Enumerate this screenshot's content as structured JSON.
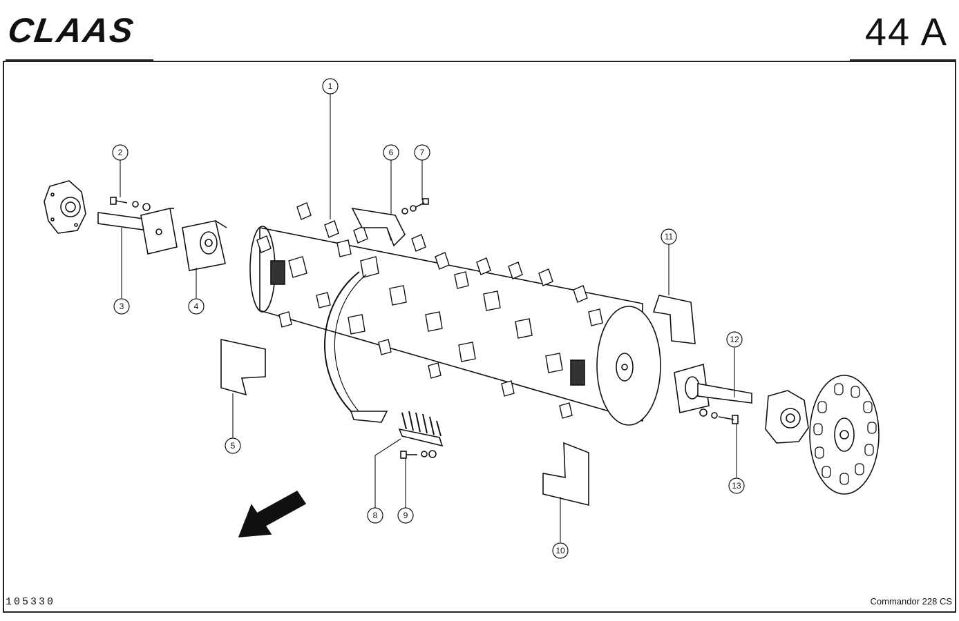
{
  "header": {
    "brand": "CLAAS",
    "plate_number": "44 A"
  },
  "footer": {
    "drawing_number": "105330",
    "model": "Commandor 228 CS"
  },
  "callouts": [
    {
      "id": "callout-1",
      "label": "1"
    },
    {
      "id": "callout-2",
      "label": "2"
    },
    {
      "id": "callout-3",
      "label": "3"
    },
    {
      "id": "callout-4",
      "label": "4"
    },
    {
      "id": "callout-5",
      "label": "5"
    },
    {
      "id": "callout-6",
      "label": "6"
    },
    {
      "id": "callout-7",
      "label": "7"
    },
    {
      "id": "callout-8",
      "label": "8"
    },
    {
      "id": "callout-9",
      "label": "9"
    },
    {
      "id": "callout-10",
      "label": "10"
    },
    {
      "id": "callout-11",
      "label": "11"
    },
    {
      "id": "callout-12",
      "label": "12"
    },
    {
      "id": "callout-13",
      "label": "13"
    }
  ]
}
